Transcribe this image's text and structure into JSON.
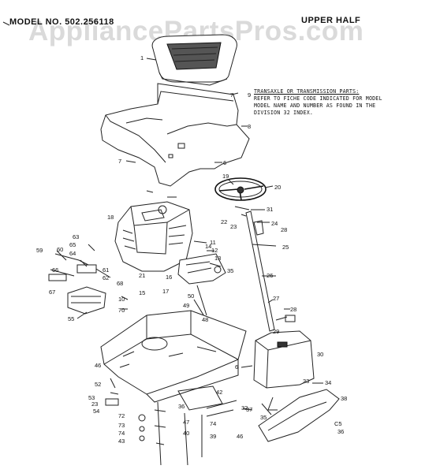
{
  "header": {
    "model": "MODEL NO. 502.256118",
    "section": "UPPER HALF"
  },
  "watermark": "AppliancePartsPros.com",
  "note_lines": [
    "TRANSAXLE OR TRANSMISSION PARTS:",
    "REFER TO FICHE CODE INDICATED FOR MODEL",
    "MODEL NAME AND NUMBER AS FOUND IN THE",
    "DIVISION 32 INDEX."
  ],
  "callouts": [
    "1",
    "7",
    "8",
    "9",
    "6",
    "7",
    "20",
    "19",
    "22",
    "23",
    "31",
    "24",
    "28",
    "25",
    "18",
    "63",
    "65",
    "64",
    "59",
    "60",
    "66",
    "67",
    "61",
    "62",
    "68",
    "55",
    "11",
    "12",
    "13",
    "14",
    "35",
    "21",
    "16",
    "17",
    "15",
    "10",
    "70",
    "50",
    "49",
    "48",
    "26",
    "27",
    "29",
    "28",
    "30",
    "46",
    "6",
    "52",
    "53",
    "23",
    "54",
    "72",
    "73",
    "74",
    "43",
    "42",
    "36",
    "47",
    "40",
    "74",
    "39",
    "32",
    "33",
    "34",
    "38",
    "37",
    "35",
    "C5",
    "36",
    "46"
  ]
}
